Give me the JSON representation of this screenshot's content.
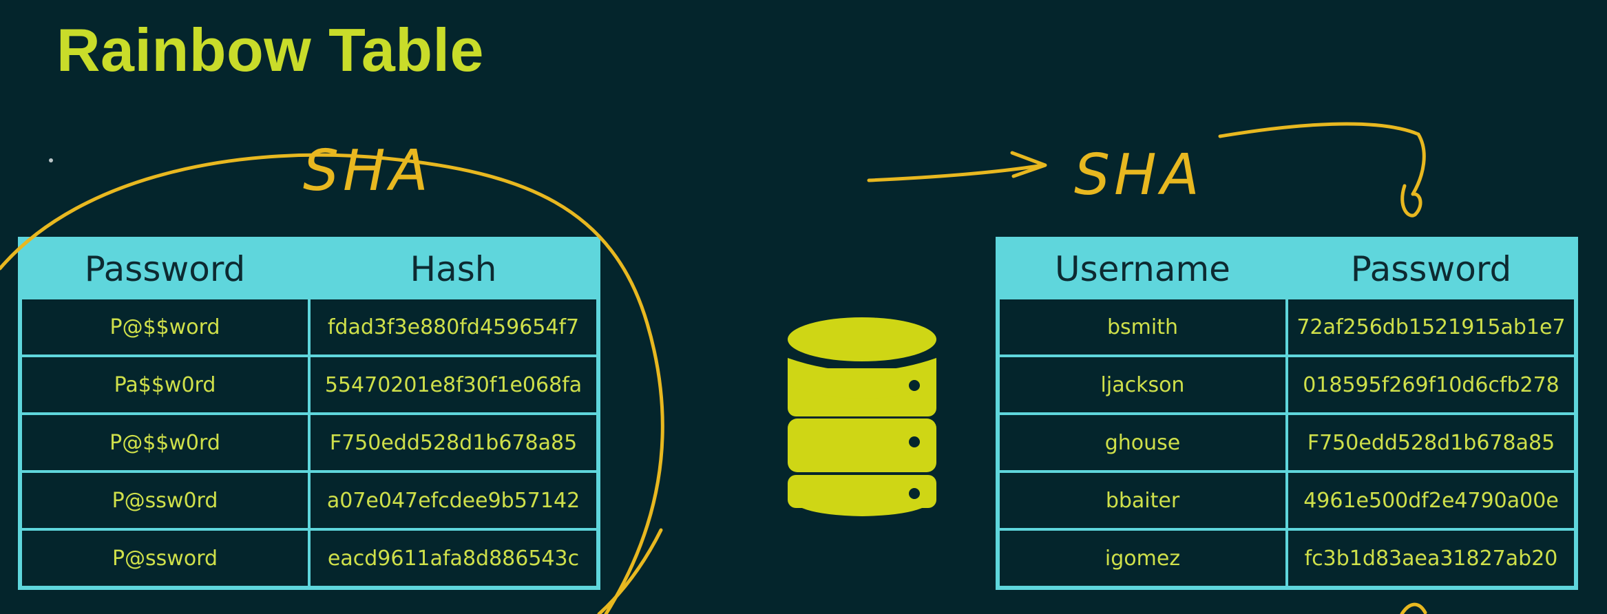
{
  "title": "Rainbow Table",
  "annotations": {
    "left_label": "SHA",
    "right_label": "SHA"
  },
  "colors": {
    "background": "#04252c",
    "title": "#c9dc2a",
    "table_header": "#5fd6dc",
    "cell_text": "#cfe04a",
    "ink": "#e8b820",
    "database": "#cfd615"
  },
  "icons": {
    "center": "database-icon"
  },
  "left_table": {
    "headers": [
      "Password",
      "Hash"
    ],
    "rows": [
      [
        "P@$$word",
        "fdad3f3e880fd459654f7"
      ],
      [
        "Pa$$w0rd",
        "55470201e8f30f1e068fa"
      ],
      [
        "P@$$w0rd",
        "F750edd528d1b678a85"
      ],
      [
        "P@ssw0rd",
        "a07e047efcdee9b57142"
      ],
      [
        "P@ssword",
        "eacd9611afa8d886543c"
      ]
    ]
  },
  "right_table": {
    "headers": [
      "Username",
      "Password"
    ],
    "rows": [
      [
        "bsmith",
        "72af256db1521915ab1e7"
      ],
      [
        "ljackson",
        "018595f269f10d6cfb278"
      ],
      [
        "ghouse",
        "F750edd528d1b678a85"
      ],
      [
        "bbaiter",
        "4961e500df2e4790a00e"
      ],
      [
        "igomez",
        "fc3b1d83aea31827ab20"
      ]
    ]
  }
}
